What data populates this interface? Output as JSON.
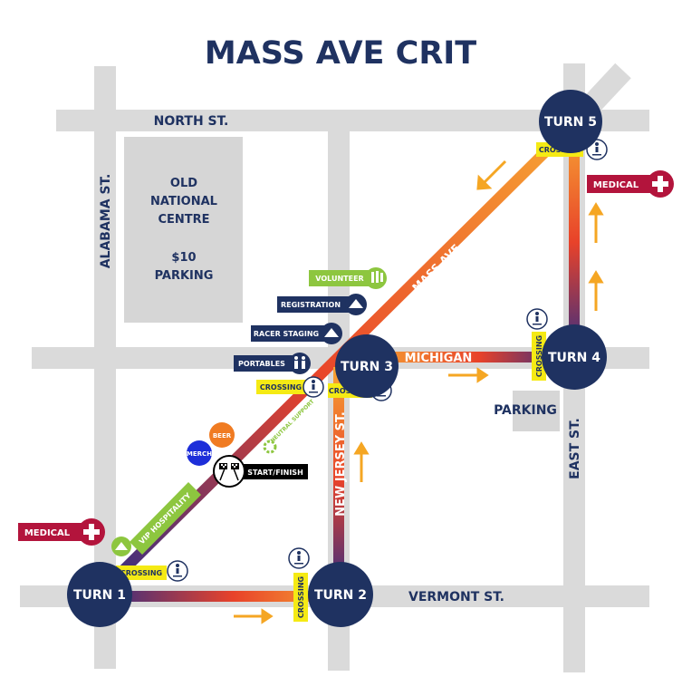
{
  "title": "MASS AVE CRIT",
  "colors": {
    "navy": "#1f3261",
    "street": "#dadada",
    "block": "#d6d6d6",
    "route_start": "#2f2d86",
    "route_end": "#f5962a",
    "arrow": "#f5a623",
    "crossing": "#f5ea14",
    "medical": "#b3143c",
    "volunteer": "#8dc63f",
    "beer": "#f07b22",
    "merch": "#1d2ed9"
  },
  "streets": {
    "north": "NORTH ST.",
    "alabama": "ALABAMA ST.",
    "vermont": "VERMONT ST.",
    "east": "EAST ST.",
    "new_jersey": "NEW JERSEY ST.",
    "michigan": "MICHIGAN",
    "mass_ave": "MASS AVE."
  },
  "blocks": {
    "old_national": [
      "OLD",
      "NATIONAL",
      "CENTRE"
    ],
    "old_national_parking": [
      "$10",
      "PARKING"
    ],
    "parking": "PARKING"
  },
  "turns": [
    "TURN 1",
    "TURN 2",
    "TURN 3",
    "TURN 4",
    "TURN 5"
  ],
  "crossing_label": "CROSSING",
  "medical_label": "MEDICAL",
  "amenities": {
    "volunteer": "VOLUNTEER",
    "registration": "REGISTRATION",
    "racer_staging": "RACER STAGING",
    "portables": "PORTABLES",
    "beer": "BEER",
    "merch": "MERCH",
    "neutral_support": "NEUTRAL SUPPORT",
    "start_finish": "START/FINISH",
    "vip": "VIP HOSPITALITY"
  },
  "icons": [
    "crossing-pedestrian-icon",
    "medical-cross-icon",
    "checkered-flags-icon",
    "tent-icon",
    "hands-icon",
    "restroom-icon",
    "gear-icon",
    "direction-arrow-icon"
  ]
}
